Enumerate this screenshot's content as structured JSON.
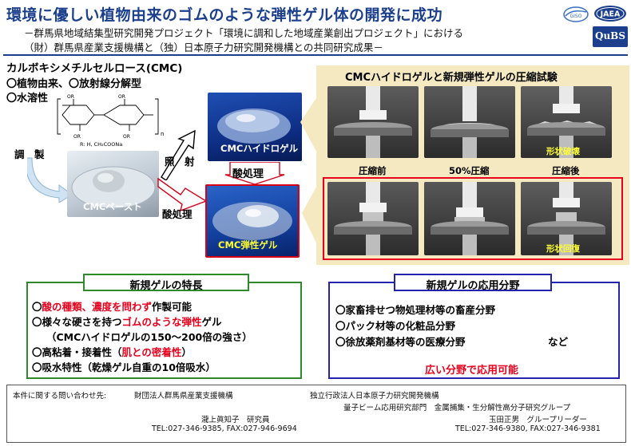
{
  "header": {
    "title": "環境に優しい植物由来のゴムのような弾性ゲル体の開発に成功",
    "subtitle_line1": "－群馬県地域結集型研究開発プロジェクト「環境に調和した地域産業創出プロジェクト」における",
    "subtitle_line2": "（財）群馬県産業支援機構と（独）日本原子力研究開発機構との共同研究成果－",
    "logo_jaea": "JAEA",
    "logo_qubs": "QuBS",
    "logo_cloud_text": "GISO"
  },
  "cmc": {
    "heading": "カルボキシメチルセルロース(CMC)",
    "point1": "〇植物由来、〇放射線分解型",
    "point2": "〇水溶性",
    "formula_r": "R: H, CH₂COONa",
    "formula_or": "OR",
    "formula_n": "n"
  },
  "process": {
    "prepare": "調　製",
    "irradiate": "照　射",
    "acid_treat_box": "酸処理",
    "acid_treat": "酸処理",
    "paste_label": "CMCペースト",
    "hydrogel_label": "CMCハイドロゲル",
    "elastic_gel_label": "CMC弾性ゲル"
  },
  "compression": {
    "title": "CMCハイドロゲルと新規弾性ゲルの圧縮試験",
    "stage_before": "圧縮前",
    "stage_half": "50%圧縮",
    "stage_after": "圧縮後",
    "tag_broken": "形状破壊",
    "tag_restored": "形状回復"
  },
  "features": {
    "heading": "新規ゲルの特長",
    "l1_mark": "〇",
    "l1_red": "酸の種類、濃度を問わず",
    "l1_rest": "作製可能",
    "l2_a": "〇様々な硬さを持つ",
    "l2_red": "ゴムのような弾性",
    "l2_b": "ゲル",
    "l3": "（CMCハイドロゲルの150～200倍の強さ）",
    "l4_a": "〇高粘着・接着性（",
    "l4_red": "肌との密着性",
    "l4_b": "）",
    "l5": "〇吸水特性（乾燥ゲル自重の10倍吸水）"
  },
  "applications": {
    "heading": "新規ゲルの応用分野",
    "l1": "〇家畜排せつ物処理材等の畜産分野",
    "l2": "〇パック材等の化粧品分野",
    "l3": "〇徐放薬剤基材等の医療分野",
    "etc": "など",
    "conclusion": "広い分野で応用可能"
  },
  "contact": {
    "label": "本件に関する問い合わせ先:",
    "org1": "財団法人群馬県産業支援機構",
    "person1": "瀧上眞知子　研究員",
    "tel1": "TEL:027-346-9385, FAX:027-946-9694",
    "org2": "独立行政法人日本原子力研究開発機構",
    "dept2": "量子ビーム応用研究部門　金属捕集・生分解性高分子研究グループ",
    "person2": "玉田正男　グループリーダー",
    "tel2": "TEL:027-346-9380, FAX:027-346-9381"
  },
  "colors": {
    "title_blue": "#1b3f8c",
    "accent_red": "#e8001c",
    "feature_green": "#2e8a2a",
    "app_blue": "#2323b0",
    "panel_beige": "#f4e9c1",
    "yellow_label": "#ffff00"
  }
}
